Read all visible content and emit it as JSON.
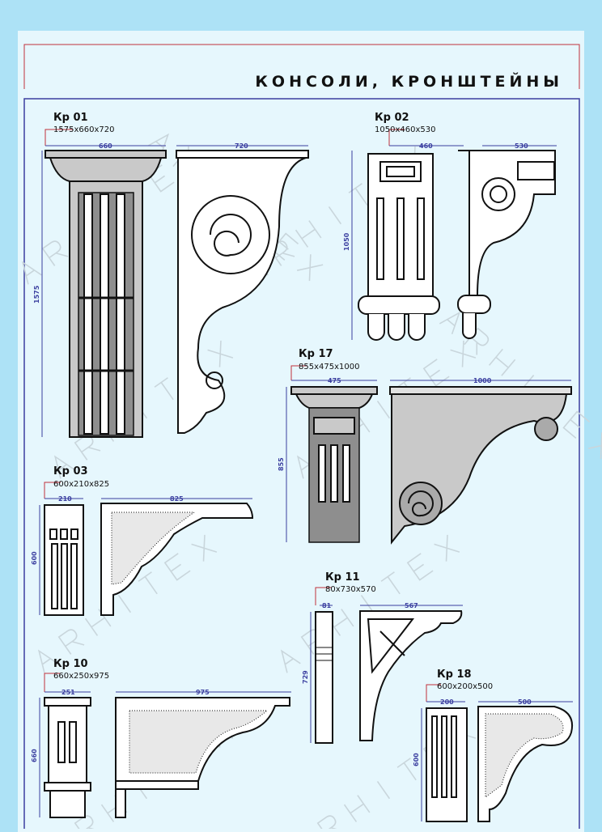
{
  "header": {
    "title": "КОНСОЛИ, КРОНШТЕЙНЫ"
  },
  "watermark": "ARHITEX",
  "colors": {
    "background": "#ade2f6",
    "panel": "#e6f7fd",
    "frame": "#3b3fa0",
    "accent_line": "#c0323a"
  },
  "items": [
    {
      "code": "Кр 01",
      "size": "1575x660x720",
      "dims": {
        "front_width": "660",
        "side_width": "720",
        "height": "1575"
      }
    },
    {
      "code": "Кр 02",
      "size": "1050x460x530",
      "dims": {
        "front_width": "460",
        "side_width": "530",
        "height": "1050"
      }
    },
    {
      "code": "Кр 17",
      "size": "855x475x1000",
      "dims": {
        "front_width": "475",
        "side_width": "1000",
        "height": "855"
      }
    },
    {
      "code": "Кр 03",
      "size": "600x210x825",
      "dims": {
        "front_width": "210",
        "side_width": "825",
        "height": "600"
      }
    },
    {
      "code": "Кр 11",
      "size": "80x730x570",
      "dims": {
        "front_width": "81",
        "side_width": "567",
        "height": "729"
      }
    },
    {
      "code": "Кр 10",
      "size": "660x250x975",
      "dims": {
        "front_width": "251",
        "side_width": "975",
        "height": "660"
      }
    },
    {
      "code": "Кр 18",
      "size": "600x200x500",
      "dims": {
        "front_width": "200",
        "side_width": "500",
        "height": "600"
      }
    }
  ]
}
